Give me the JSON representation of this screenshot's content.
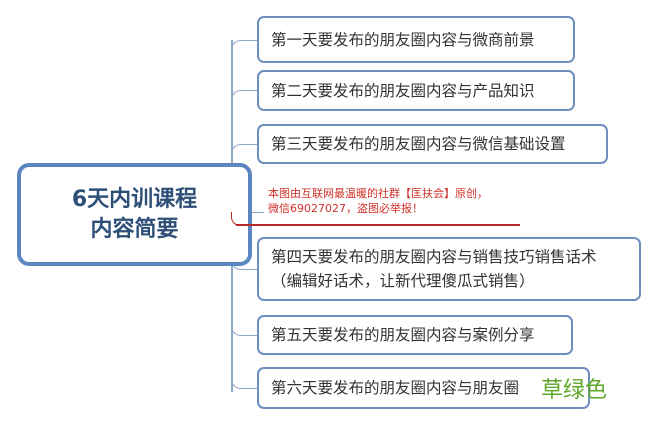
{
  "root": {
    "line1": "6天内训课程",
    "line2": "内容简要"
  },
  "branches": [
    {
      "lines": [
        "第一天要发布的朋友圈内容与微商前景"
      ]
    },
    {
      "lines": [
        "第二天要发布的朋友圈内容与产品知识"
      ]
    },
    {
      "lines": [
        "第三天要发布的朋友圈内容与微信基础设置"
      ]
    },
    {
      "lines": [
        "第四天要发布的朋友圈内容与销售技巧销售话术",
        "（编辑好话术，让新代理傻瓜式销售）"
      ]
    },
    {
      "lines": [
        "第五天要发布的朋友圈内容与案例分享"
      ]
    },
    {
      "lines": [
        "第六天要发布的朋友圈内容与朋友圈"
      ]
    }
  ],
  "watermark_note": {
    "line1": "本图由互联网最温暖的社群【匡扶会】原创，",
    "line2": "微信69027027，盗图必举报！"
  },
  "stamp": "草绿色",
  "colors": {
    "root_border": "#5b86c0",
    "node_border": "#6d8fbf",
    "connector": "#8fa7c8",
    "note_text": "#d0302a",
    "stamp_text": "#5ea72a"
  }
}
